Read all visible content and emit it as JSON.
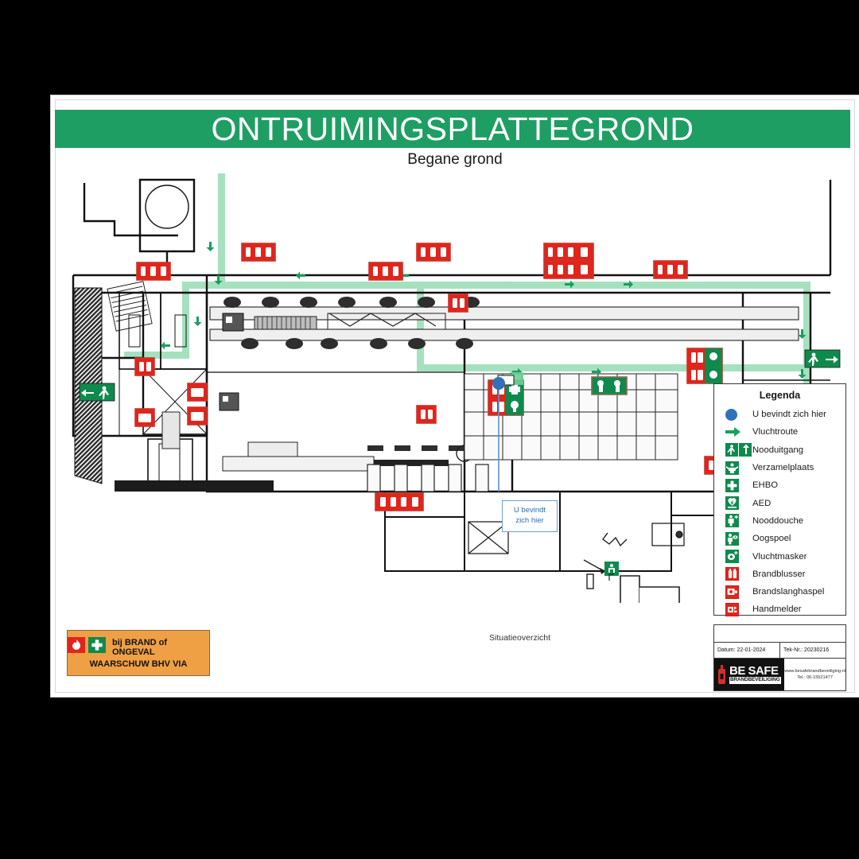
{
  "header": {
    "title": "ONTRUIMINGSPLATTEGROND",
    "subtitle": "Begane grond",
    "bar_color": "#1f9e64"
  },
  "legend": {
    "title": "Legenda",
    "items": [
      {
        "label": "U bevindt zich hier",
        "icon": "blue-dot-icon",
        "color": "#2f72b8"
      },
      {
        "label": "Vluchtroute",
        "icon": "green-arrow-icon",
        "color": "#0f8a4d"
      },
      {
        "label": "Nooduitgang",
        "icon": "emergency-exit-icon",
        "color": "#0f8a4d"
      },
      {
        "label": "Verzamelplaats",
        "icon": "assembly-point-icon",
        "color": "#0f8a4d"
      },
      {
        "label": "EHBO",
        "icon": "first-aid-icon",
        "color": "#0f8a4d"
      },
      {
        "label": "AED",
        "icon": "aed-icon",
        "color": "#0f8a4d"
      },
      {
        "label": "Nooddouche",
        "icon": "safety-shower-icon",
        "color": "#0f8a4d"
      },
      {
        "label": "Oogspoel",
        "icon": "eye-wash-icon",
        "color": "#0f8a4d"
      },
      {
        "label": "Vluchtmasker",
        "icon": "escape-mask-icon",
        "color": "#0f8a4d"
      },
      {
        "label": "Brandblusser",
        "icon": "fire-extinguisher-icon",
        "color": "#e2241b"
      },
      {
        "label": "Brandslanghaspel",
        "icon": "fire-hose-reel-icon",
        "color": "#e2241b"
      },
      {
        "label": "Handmelder",
        "icon": "call-point-icon",
        "color": "#e2241b"
      }
    ]
  },
  "you_are_here": {
    "line1": "U bevindt",
    "line2": "zich  hier"
  },
  "situation": {
    "caption": "Situatieoverzicht"
  },
  "warning": {
    "line1": "bij BRAND of ONGEVAL",
    "line2": "WAARSCHUW BHV VIA",
    "bg_color": "#efa045"
  },
  "info": {
    "date_label": "Datum: 22-01-2024",
    "drawing_label": "Tek-Nr.: 20230216",
    "logo_primary": "BE SAFE",
    "logo_secondary": "BRANDBEVEILIGING",
    "website": "www.besafebrandbeveiliging.nl",
    "phone": "Tel.: 06-15521477"
  }
}
